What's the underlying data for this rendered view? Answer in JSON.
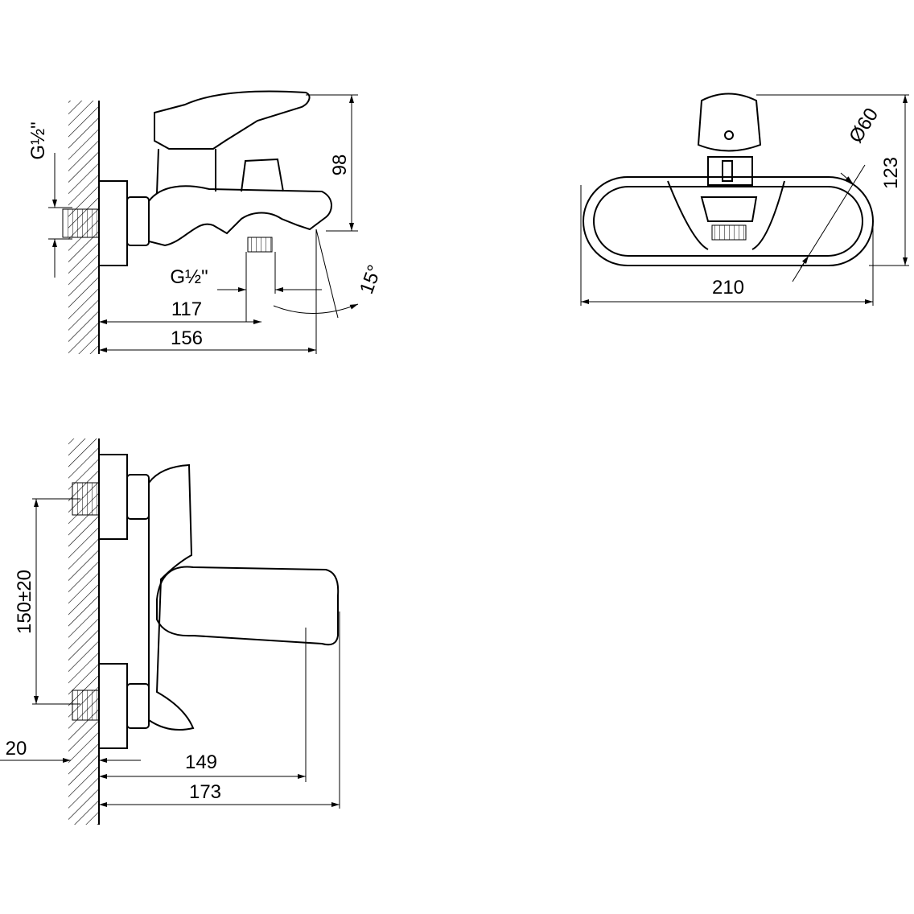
{
  "drawing": {
    "side_view": {
      "thread_top": "G½\"",
      "height": "98",
      "thread_bottom": "G½\"",
      "depth_outlet": "117",
      "depth_total": "156",
      "spout_angle": "15°"
    },
    "front_view": {
      "diameter": "Ø60",
      "height": "123",
      "width": "210"
    },
    "top_view": {
      "centers": "150±20",
      "offset": "20",
      "depth_handle": "149",
      "depth_total": "173"
    }
  }
}
